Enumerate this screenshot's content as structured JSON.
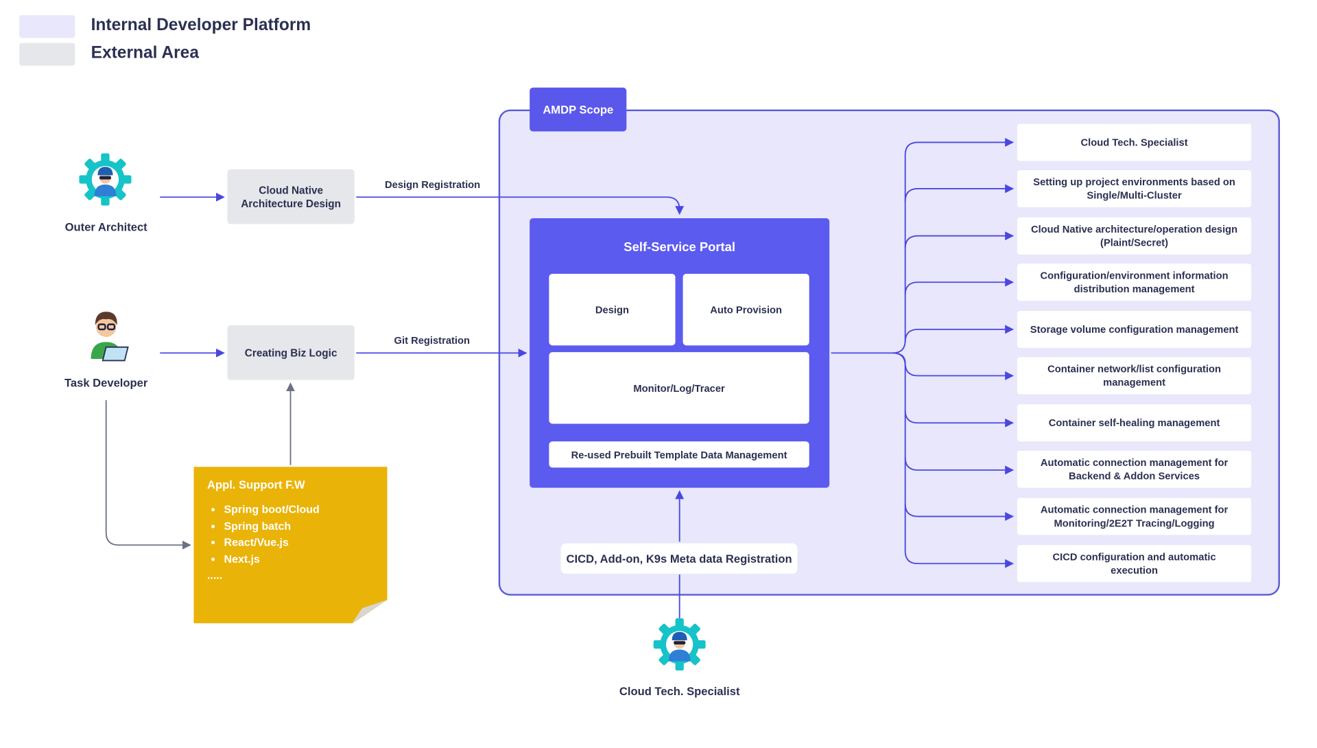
{
  "legend": [
    {
      "label": "Internal Developer Platform",
      "color": "#e8e7fb"
    },
    {
      "label": "External Area",
      "color": "#e6e7ea"
    }
  ],
  "actors": {
    "outer_architect": "Outer Architect",
    "task_developer": "Task Developer",
    "cloud_specialist": "Cloud Tech. Specialist"
  },
  "external": {
    "cloud_native_design": "Cloud Native Architecture Design",
    "creating_biz_logic": "Creating Biz Logic"
  },
  "edges": {
    "design_registration": "Design Registration",
    "git_registration": "Git Registration"
  },
  "note": {
    "title": "Appl. Support F.W",
    "items": [
      "Spring boot/Cloud",
      "Spring batch",
      "React/Vue.js",
      "Next.js"
    ],
    "more": "....."
  },
  "scope": {
    "tab_label": "AMDP Scope",
    "portal": {
      "title": "Self-Service Portal",
      "design": "Design",
      "auto_provision": "Auto Provision",
      "monitor": "Monitor/Log/Tracer",
      "template": "Re-used Prebuilt Template Data Management"
    },
    "cicd_registration": "CICD, Add-on, K9s Meta data Registration",
    "capabilities": [
      "Cloud Tech. Specialist",
      "Setting up project environments based on Single/Multi-Cluster",
      "Cloud Native architecture/operation design (Plaint/Secret)",
      "Configuration/environment information distribution management",
      "Storage volume configuration management",
      "Container network/list configuration management",
      "Container self-healing management",
      "Automatic connection management for Backend & Addon Services",
      "Automatic connection management for Monitoring/2E2T Tracing/Logging",
      "CICD configuration and automatic execution"
    ]
  },
  "colors": {
    "accent": "#5a58ea",
    "scope_fill": "#e8e7fb",
    "external_fill": "#e6e7ea",
    "note_fill": "#eab308",
    "arrow": "#4a47e0",
    "gray_arrow": "#6b7285",
    "icon_teal": "#16c3c8"
  }
}
